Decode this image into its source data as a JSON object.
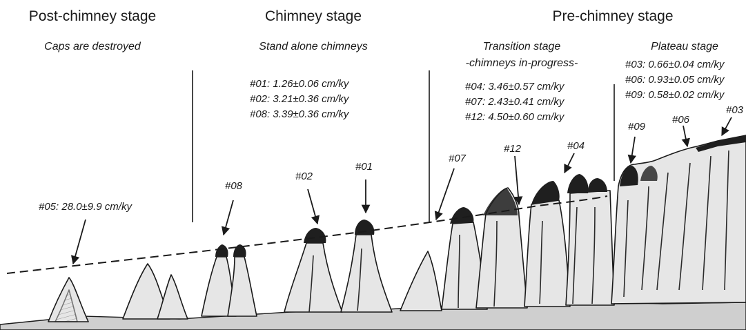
{
  "stages": {
    "post_chimney": {
      "title": "Post-chimney stage",
      "subtitle": "Caps are destroyed",
      "rates": [
        "#05: 28.0±9.9 cm/ky"
      ]
    },
    "chimney": {
      "title": "Chimney stage",
      "subtitle": "Stand alone chimneys",
      "rates": [
        "#01: 1.26±0.06 cm/ky",
        "#02: 3.21±0.36 cm/ky",
        "#08: 3.39±0.36 cm/ky"
      ]
    },
    "pre_chimney": {
      "title": "Pre-chimney stage",
      "transition": {
        "subtitle_line1": "Transition stage",
        "subtitle_line2": "-chimneys in-progress-",
        "rates": [
          "#04: 3.46±0.57 cm/ky",
          "#07: 2.43±0.41 cm/ky",
          "#12: 4.50±0.60 cm/ky"
        ]
      },
      "plateau": {
        "subtitle": "Plateau stage",
        "rates": [
          "#03: 0.66±0.04 cm/ky",
          "#06: 0.93±0.05 cm/ky",
          "#09: 0.58±0.02 cm/ky"
        ]
      }
    }
  },
  "markers": {
    "m08": "#08",
    "m02": "#02",
    "m01": "#01",
    "m07": "#07",
    "m12": "#12",
    "m04": "#04",
    "m09": "#09",
    "m06": "#06",
    "m03": "#03"
  },
  "colors": {
    "ink": "#1a1a1a",
    "rock_fill": "#e6e6e6",
    "cap_fill": "#1f1f1f"
  }
}
